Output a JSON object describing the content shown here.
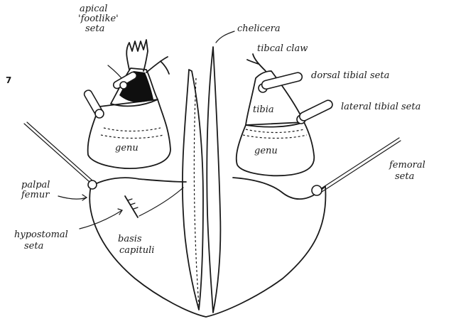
{
  "figure": {
    "number": "7"
  },
  "labels": {
    "apical_footlike_seta_1": "apical",
    "apical_footlike_seta_2": "'footlike'",
    "apical_footlike_seta_3": "seta",
    "chelicera": "chelicera",
    "tibial_claw": "tibcal claw",
    "dorsal_tibial_seta": "dorsal tibial seta",
    "lateral_tibial_seta": "lateral tibial seta",
    "tibia": "tibia",
    "genu_left": "genu",
    "genu_right": "genu",
    "femoral_seta_1": "femoral",
    "femoral_seta_2": "seta",
    "palpal_femur_1": "palpal",
    "palpal_femur_2": "femur",
    "hypostomal_seta_1": "hypostomal",
    "hypostomal_seta_2": "seta",
    "basis_capituli_1": "basis",
    "basis_capituli_2": "capituli"
  },
  "colors": {
    "ink": "#1a1a1a",
    "paper": "#ffffff"
  }
}
